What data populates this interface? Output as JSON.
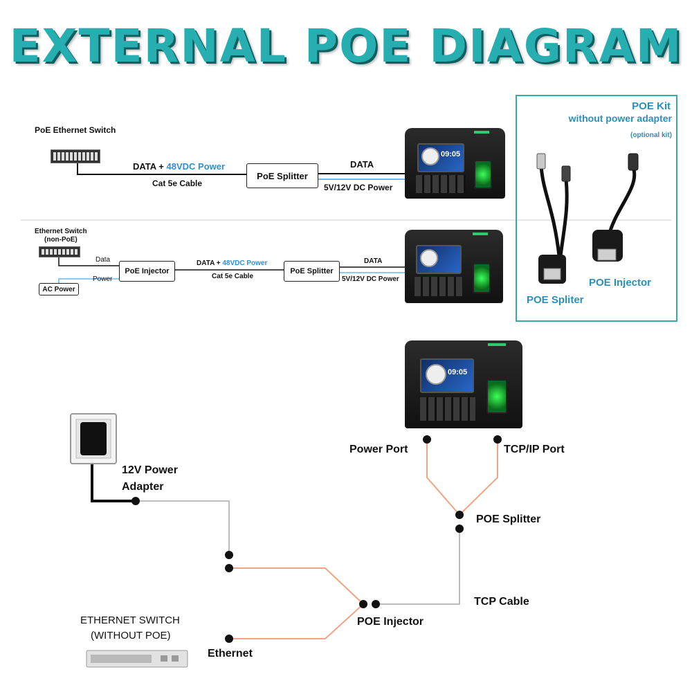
{
  "title": "EXTERNAL POE DIAGRAM",
  "top": {
    "switch_label": "PoE Ethernet Switch",
    "line_prefix": "DATA + ",
    "line_power": "48VDC Power",
    "cable": "Cat 5e Cable",
    "splitter": "PoE Splitter",
    "data": "DATA",
    "dc_power": "5V/12V DC Power"
  },
  "middle": {
    "switch_label": "Ethernet Switch",
    "switch_sub": "(non-PoE)",
    "data": "Data",
    "power": "Power",
    "ac_power": "AC Power",
    "injector": "PoE Injector",
    "line_prefix": "DATA + ",
    "line_power": "48VDC Power",
    "cable": "Cat 5e Cable",
    "splitter": "PoE Splitter",
    "data2": "DATA",
    "dc_power": "5V/12V DC Power"
  },
  "kit": {
    "title": "POE Kit",
    "subtitle": "without power adapter",
    "note": "(optional kit)",
    "spliter": "POE Spliter",
    "injector": "POE Injector"
  },
  "bottom": {
    "adapter_line1": "12V Power",
    "adapter_line2": "Adapter",
    "power_port": "Power Port",
    "tcpip_port": "TCP/IP Port",
    "splitter": "POE Splitter",
    "tcp_cable": "TCP Cable",
    "injector": "POE Injector",
    "switch_line1": "ETHERNET SWITCH",
    "switch_line2": "(WITHOUT POE)",
    "ethernet": "Ethernet"
  },
  "device": {
    "time": "09:05"
  },
  "colors": {
    "title": "#27aeb0",
    "accent_blue": "#2b8fd4",
    "wire_orange": "#f0a483",
    "wire_gray": "#bdbdbd",
    "kit_border": "#3aa7a9"
  }
}
